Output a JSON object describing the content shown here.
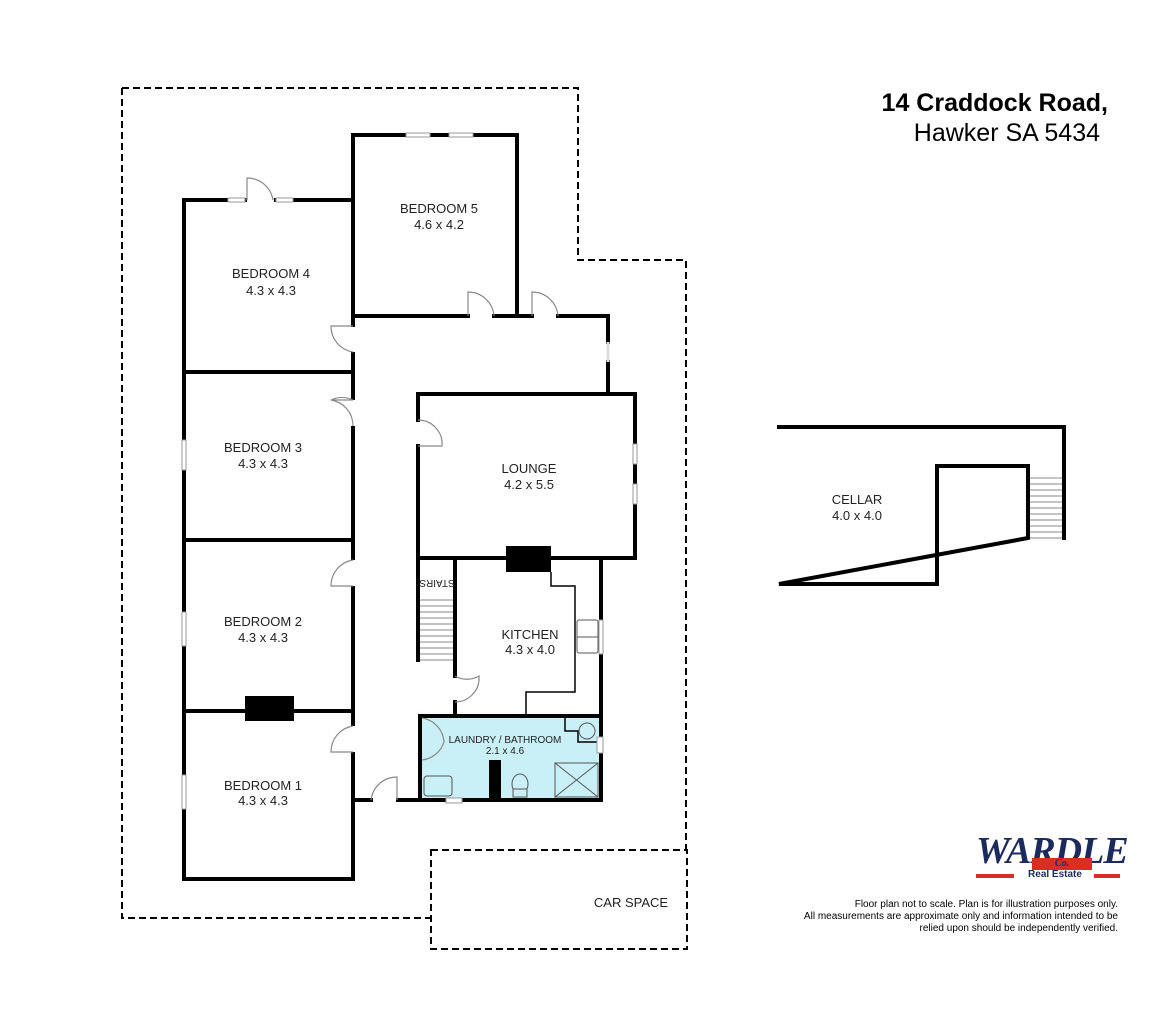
{
  "address": {
    "line1": "14 Craddock Road,",
    "line2": "Hawker SA 5434"
  },
  "rooms": {
    "bedroom5": {
      "name": "BEDROOM 5",
      "size": "4.6 x 4.2"
    },
    "bedroom4": {
      "name": "BEDROOM 4",
      "size": "4.3 x 4.3"
    },
    "bedroom3": {
      "name": "BEDROOM 3",
      "size": "4.3 x 4.3"
    },
    "bedroom2": {
      "name": "BEDROOM 2",
      "size": "4.3 x 4.3"
    },
    "bedroom1": {
      "name": "BEDROOM 1",
      "size": "4.3 x 4.3"
    },
    "lounge": {
      "name": "LOUNGE",
      "size": "4.2 x 5.5"
    },
    "kitchen": {
      "name": "KITCHEN",
      "size": "4.3 x 4.0"
    },
    "laundry": {
      "name": "LAUNDRY / BATHROOM",
      "size": "2.1 x 4.6"
    },
    "cellar": {
      "name": "CELLAR",
      "size": "4.0 x 4.0"
    },
    "car_space": {
      "name": "CAR SPACE"
    },
    "stairs": {
      "name": "STAIRS"
    }
  },
  "logo": {
    "brand": "WARDLE",
    "co": "Co.",
    "subtitle": "Real Estate",
    "colors": {
      "navy": "#1b2b5e",
      "red": "#d92d27"
    }
  },
  "disclaimer": {
    "line1": "Floor plan not to scale. Plan is for illustration purposes only.",
    "line2": "All measurements are approximate only and information intended to be",
    "line3": "relied upon should be independently verified."
  },
  "colors": {
    "wall": "#000000",
    "bathroom_fill": "#c9f0f7",
    "background": "#ffffff"
  }
}
